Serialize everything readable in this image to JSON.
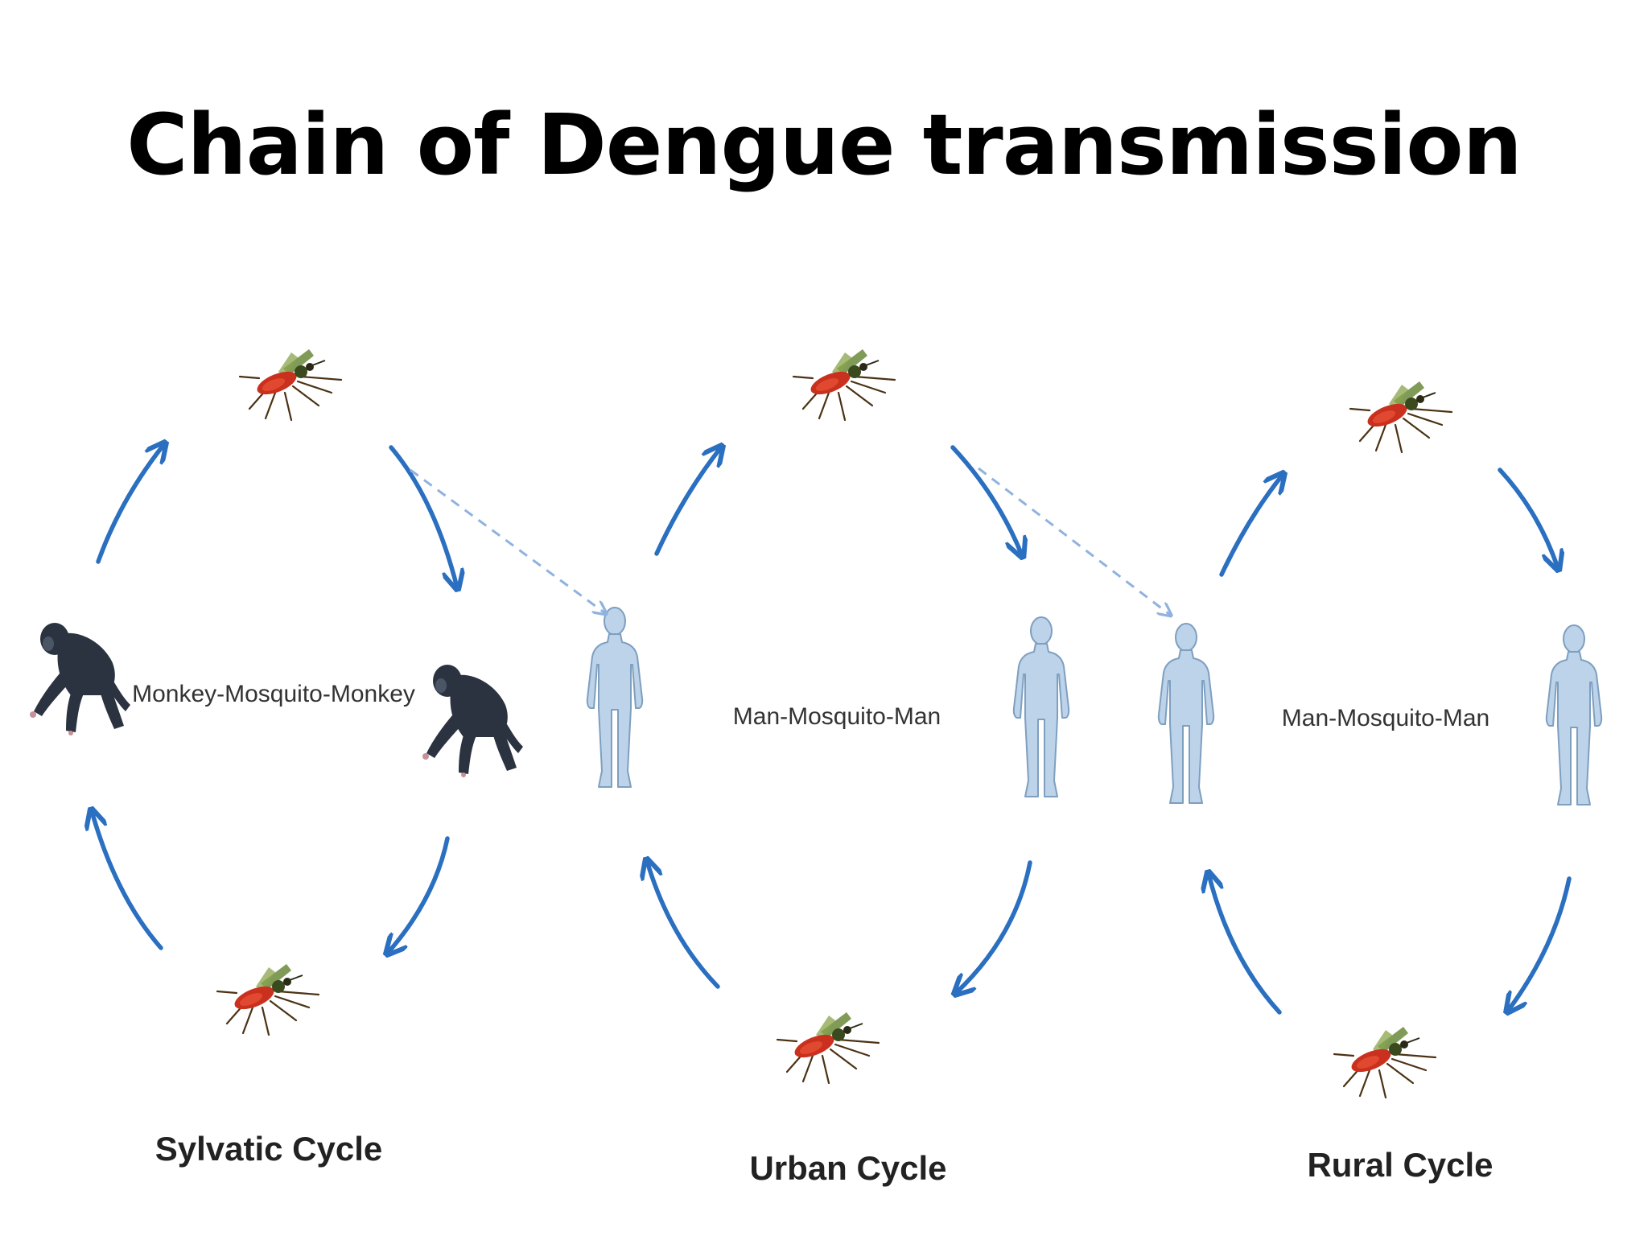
{
  "title": "Chain of Dengue transmission",
  "colors": {
    "arrow": "#2a6fc0",
    "dashed_arrow": "#8fb2df",
    "human_fill": "#bcd3ea",
    "human_stroke": "#7f9fbf",
    "monkey": "#2b3340",
    "mosquito_body": "#c9301e",
    "mosquito_dark": "#4b3214",
    "mosquito_wing": "#6a8a3a"
  },
  "cycles": [
    {
      "name": "Sylvatic Cycle",
      "relation": "Monkey-Mosquito-Monkey",
      "host": "monkey",
      "host_icons": [
        "monkey-icon",
        "monkey-icon"
      ],
      "vector_icons": [
        "mosquito-icon",
        "mosquito-icon"
      ]
    },
    {
      "name": "Urban Cycle",
      "relation": "Man-Mosquito-Man",
      "host": "human",
      "host_icons": [
        "human-icon",
        "human-icon"
      ],
      "vector_icons": [
        "mosquito-icon",
        "mosquito-icon"
      ]
    },
    {
      "name": "Rural Cycle",
      "relation": "Man-Mosquito-Man",
      "host": "human",
      "host_icons": [
        "human-icon",
        "human-icon"
      ],
      "vector_icons": [
        "mosquito-icon",
        "mosquito-icon"
      ]
    }
  ]
}
